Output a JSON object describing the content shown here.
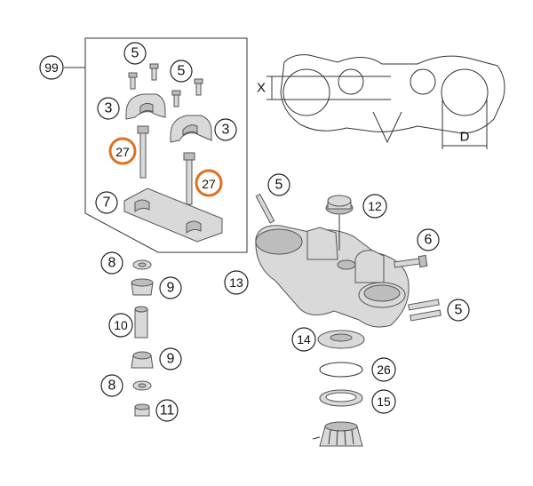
{
  "callouts": {
    "c99": "99",
    "c5a": "5",
    "c5b": "5",
    "c3a": "3",
    "c3b": "3",
    "c27a": "27",
    "c27b": "27",
    "c7": "7",
    "c8a": "8",
    "c9a": "9",
    "c10": "10",
    "c9b": "9",
    "c8b": "8",
    "c11": "11",
    "c5c": "5",
    "c12": "12",
    "c6": "6",
    "c13": "13",
    "c5d": "5",
    "c14": "14",
    "c26": "26",
    "c15": "15"
  },
  "dimensions": {
    "x_label": "X",
    "d_label": "D"
  },
  "colors": {
    "highlight": "#e07020",
    "part_fill": "#d9d9d9",
    "outline": "#555555"
  }
}
